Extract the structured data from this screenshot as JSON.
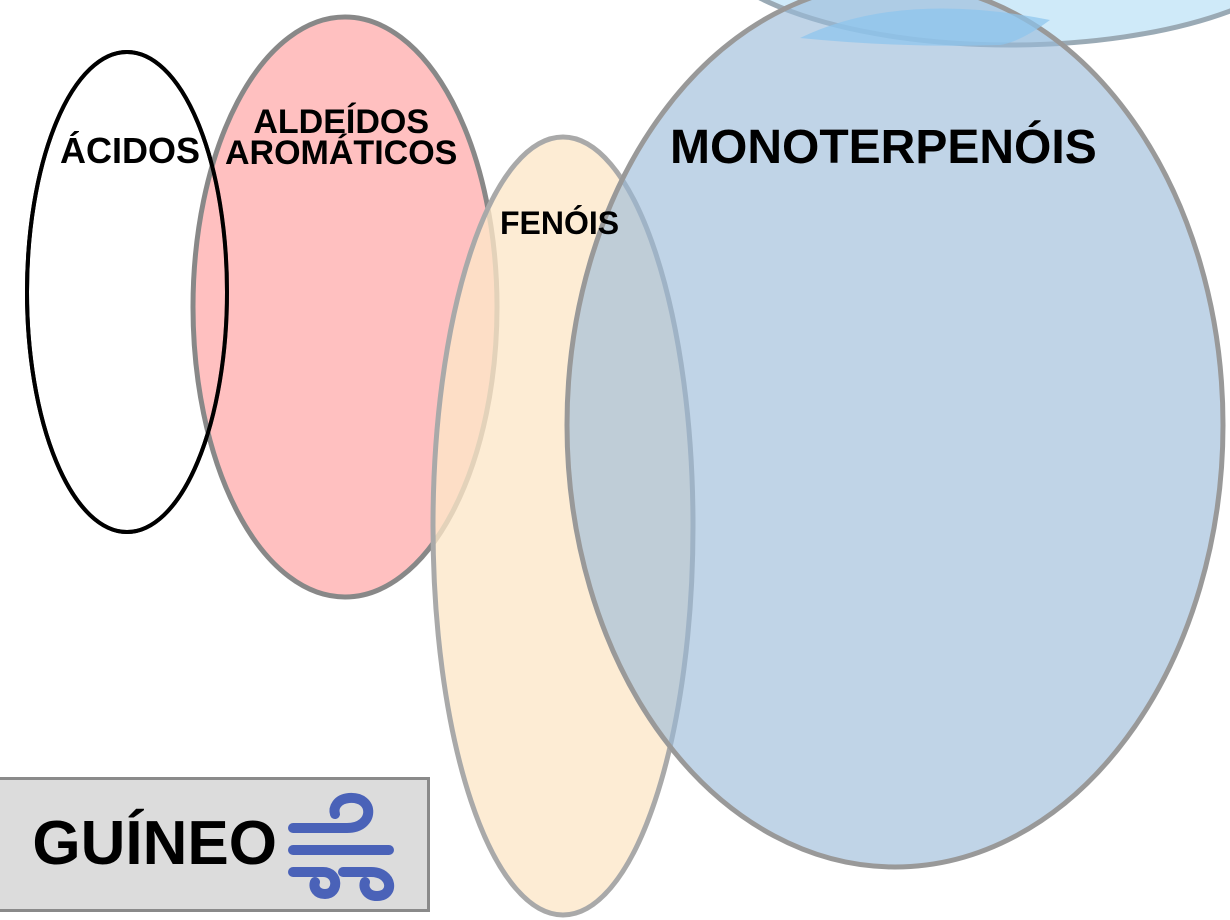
{
  "diagram": {
    "sets": [
      {
        "name": "acidos",
        "label": "ÁCIDOS",
        "fill": "#ffffff",
        "stroke": "#000000"
      },
      {
        "name": "aldeidos-aromaticos",
        "label_lines": [
          "ALDEÍDOS",
          "AROMÁTICOS"
        ],
        "fill": "#ff9a9a",
        "stroke": "#888888"
      },
      {
        "name": "fenois",
        "label": "FENÓIS",
        "fill": "#fde7c8",
        "stroke": "#a9a9a9"
      },
      {
        "name": "monoterpenois",
        "label": "MONOTERPENÓIS",
        "fill": "#b4cbe2",
        "stroke": "#999999"
      },
      {
        "name": "top-partial",
        "label": "",
        "fill": "#cfeaf9",
        "stroke": "#9aaab5"
      }
    ]
  },
  "badge": {
    "text": "GUÍNEO",
    "icon": "wind-icon",
    "icon_color": "#4a62b8",
    "background": "#dcdcdc",
    "border": "#8a8a8a"
  }
}
